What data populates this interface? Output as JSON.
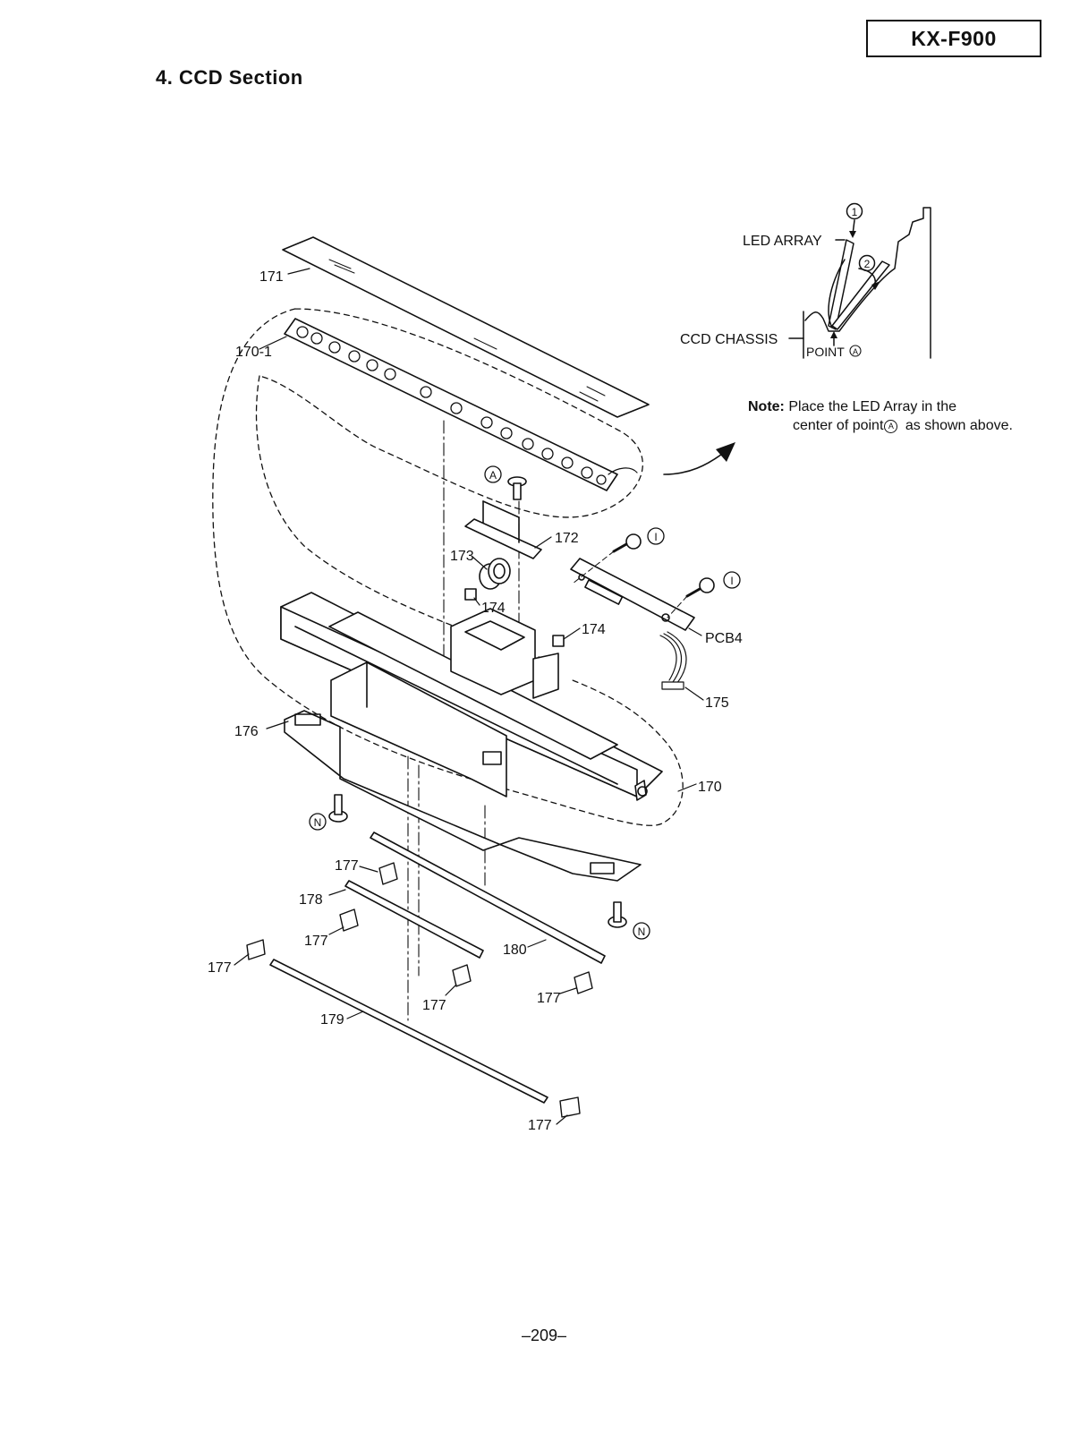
{
  "header": {
    "model": "KX-F900",
    "section_title": "4. CCD Section"
  },
  "parts": {
    "p171": "171",
    "p170_1": "170-1",
    "p172": "172",
    "p173": "173",
    "p174a": "174",
    "p174b": "174",
    "pcb4": "PCB4",
    "p175": "175",
    "p176": "176",
    "p170": "170",
    "p177_1": "177",
    "p178": "178",
    "p177_2": "177",
    "p177_3": "177",
    "p180": "180",
    "p177_4": "177",
    "p177_5": "177",
    "p179": "179",
    "p177_6": "177"
  },
  "screw_marks": {
    "a": "A",
    "i1": "I",
    "i2": "I",
    "n1": "N",
    "n2": "N"
  },
  "inset": {
    "step1": "1",
    "step2": "2",
    "led_array": "LED ARRAY",
    "ccd_chassis": "CCD CHASSIS",
    "point_label": "POINT",
    "point_mark": "A"
  },
  "note": {
    "label": "Note:",
    "line1": "Place the LED Array in the",
    "line2_prefix": "center of point",
    "line2_mark": "A",
    "line2_suffix": "as shown above."
  },
  "footer": {
    "page_number": "–209–"
  }
}
